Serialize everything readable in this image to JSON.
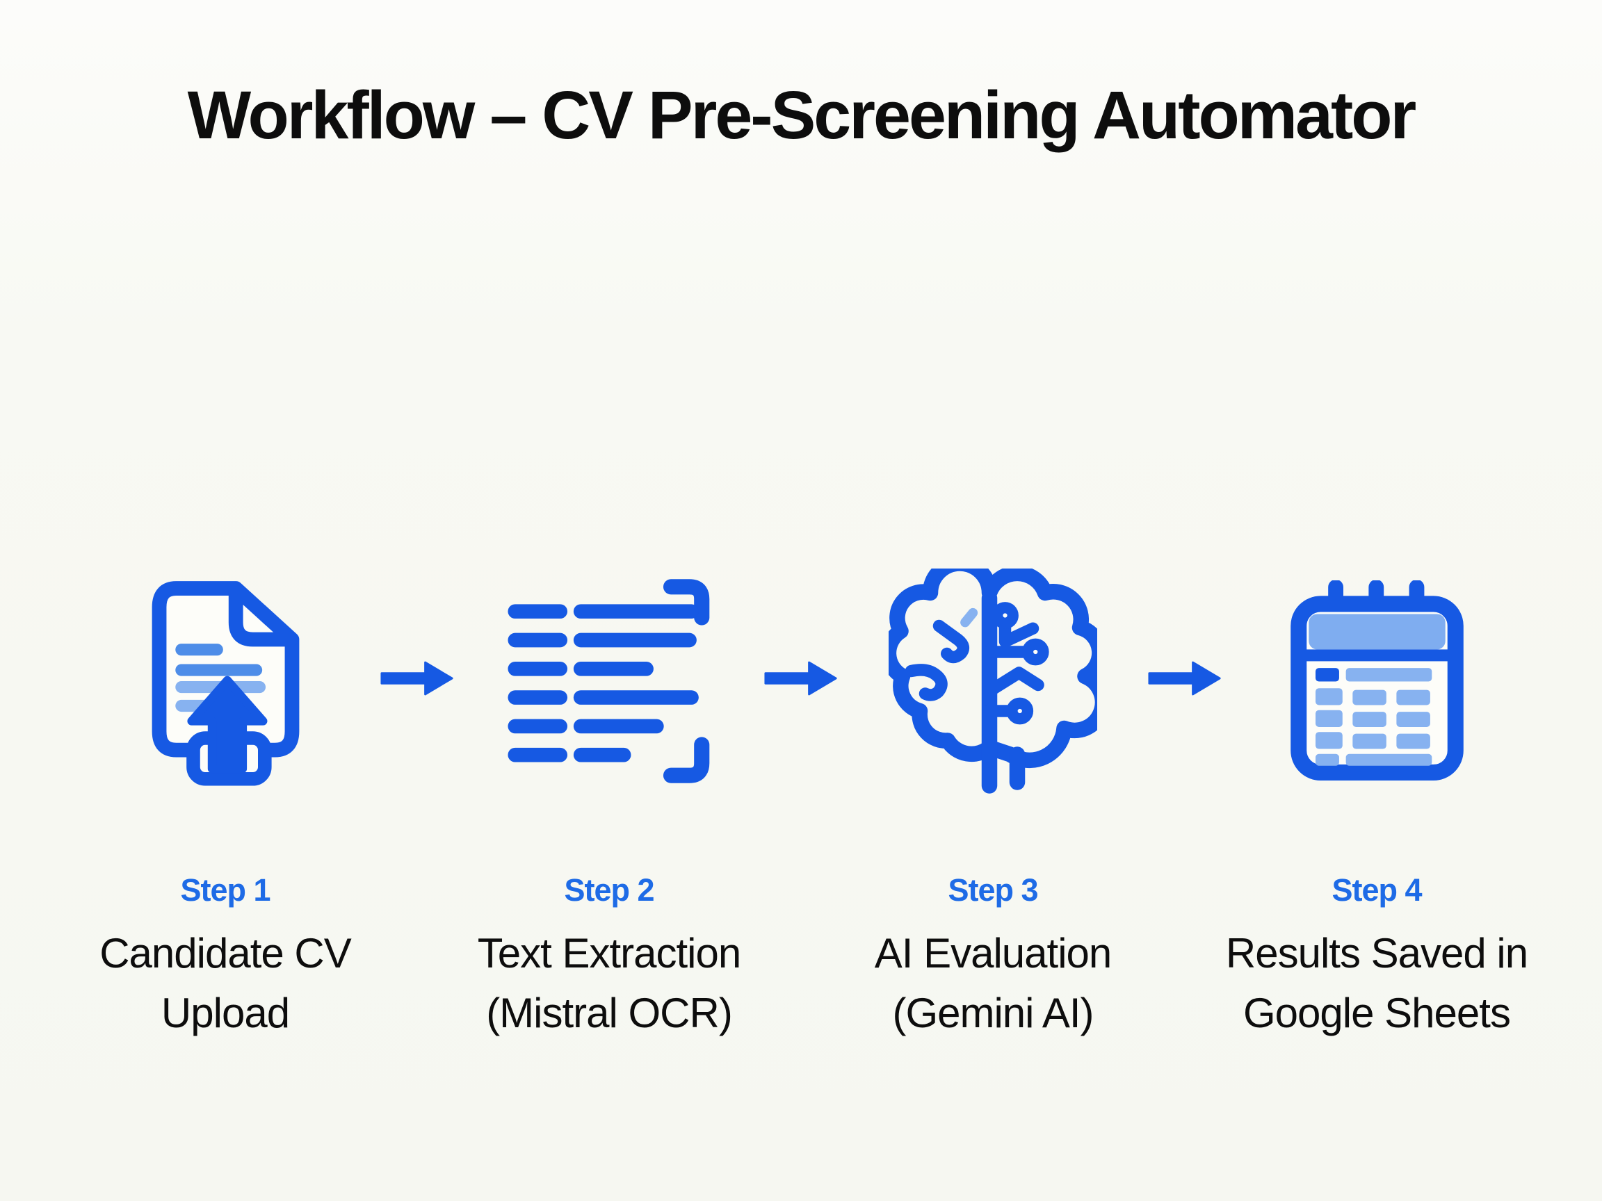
{
  "page": {
    "title": "Workflow – CV Pre-Screening Automator"
  },
  "colors": {
    "background": "#f8f8f3",
    "primary_blue": "#1659e3",
    "step_label_blue": "#1e6be6",
    "light_blue": "#87b2f0",
    "medium_blue": "#4e8de8",
    "header_band_blue": "#7fadf0",
    "text_black": "#0d0d0d"
  },
  "steps": [
    {
      "label": "Step 1",
      "title": "Candidate CV\nUpload",
      "icon": "cv-upload-icon"
    },
    {
      "label": "Step 2",
      "title": "Text Extraction\n(Mistral OCR)",
      "icon": "ocr-text-icon"
    },
    {
      "label": "Step 3",
      "title": "AI Evaluation\n(Gemini AI)",
      "icon": "ai-brain-icon"
    },
    {
      "label": "Step 4",
      "title": "Results Saved in\nGoogle Sheets",
      "icon": "google-sheets-icon"
    }
  ],
  "arrows": {
    "direction": "right",
    "count": 3
  }
}
